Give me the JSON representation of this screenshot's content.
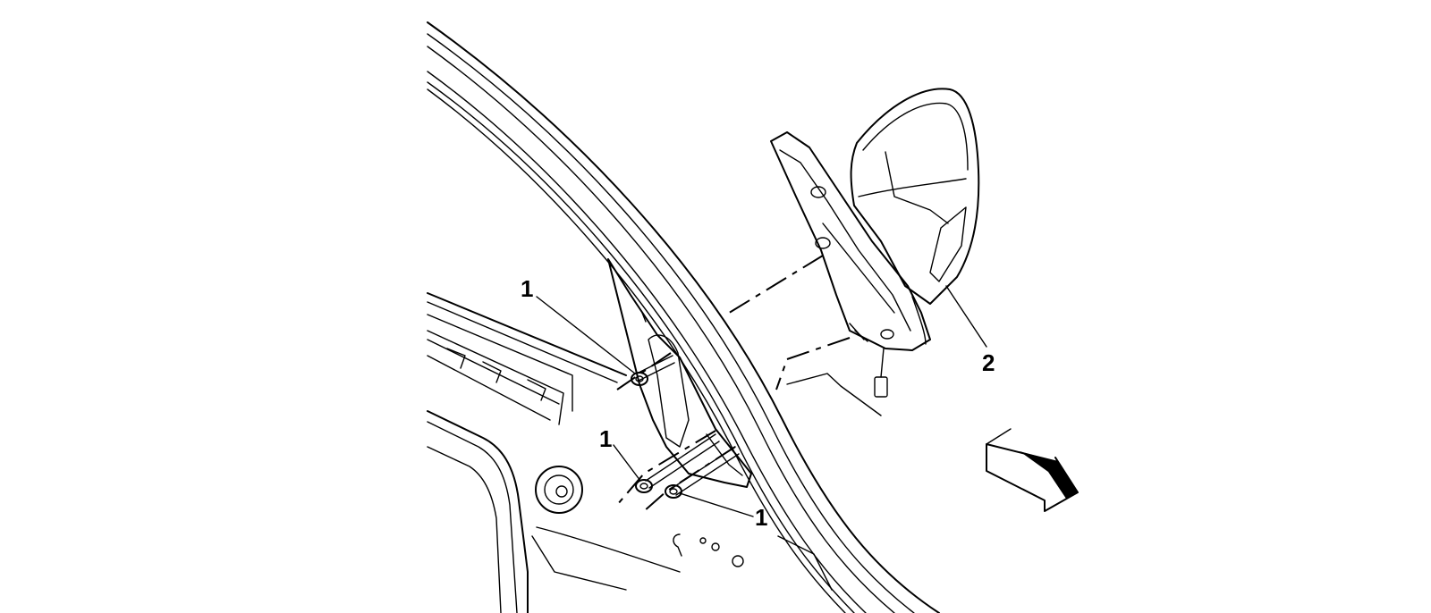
{
  "callouts": [
    {
      "id": "nut-upper",
      "label": "1"
    },
    {
      "id": "nut-lower-left",
      "label": "1"
    },
    {
      "id": "nut-lower-right",
      "label": "1"
    },
    {
      "id": "mirror-assembly",
      "label": "2"
    }
  ]
}
